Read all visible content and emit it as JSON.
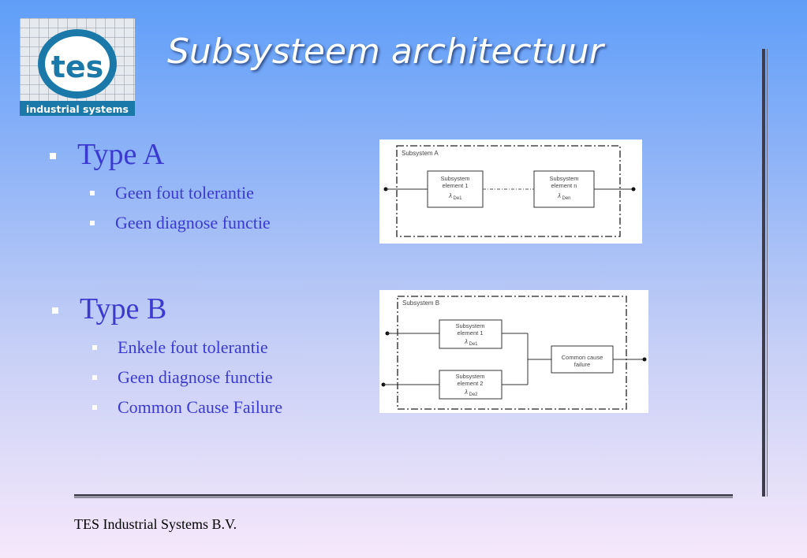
{
  "logo": {
    "text": "tes",
    "tagline": "industrial systems"
  },
  "title": "Subsysteem architectuur",
  "sections": [
    {
      "heading": "Type A",
      "bullets": [
        "Geen fout tolerantie",
        "Geen diagnose functie"
      ]
    },
    {
      "heading": "Type B",
      "bullets": [
        "Enkele fout tolerantie",
        "Geen diagnose functie",
        "Common Cause Failure"
      ]
    }
  ],
  "diagrams": {
    "a": {
      "label": "Subsystem A",
      "element1": {
        "line1": "Subsystem",
        "line2": "element 1",
        "lambda": "λ",
        "sub": "De1"
      },
      "elementn": {
        "line1": "Subsystem",
        "line2": "element n",
        "lambda": "λ",
        "sub": "Den"
      }
    },
    "b": {
      "label": "Subsystem B",
      "element1": {
        "line1": "Subsystem",
        "line2": "element 1",
        "lambda": "λ",
        "sub": "De1"
      },
      "element2": {
        "line1": "Subsystem",
        "line2": "element 2",
        "lambda": "λ",
        "sub": "De2"
      },
      "ccf": {
        "line1": "Common cause",
        "line2": "failure"
      }
    }
  },
  "footer": "TES Industrial Systems B.V.",
  "colors": {
    "heading_text": "#3a3ad0",
    "title_text": "#ffffff",
    "logo_teal": "#1a79a8"
  }
}
